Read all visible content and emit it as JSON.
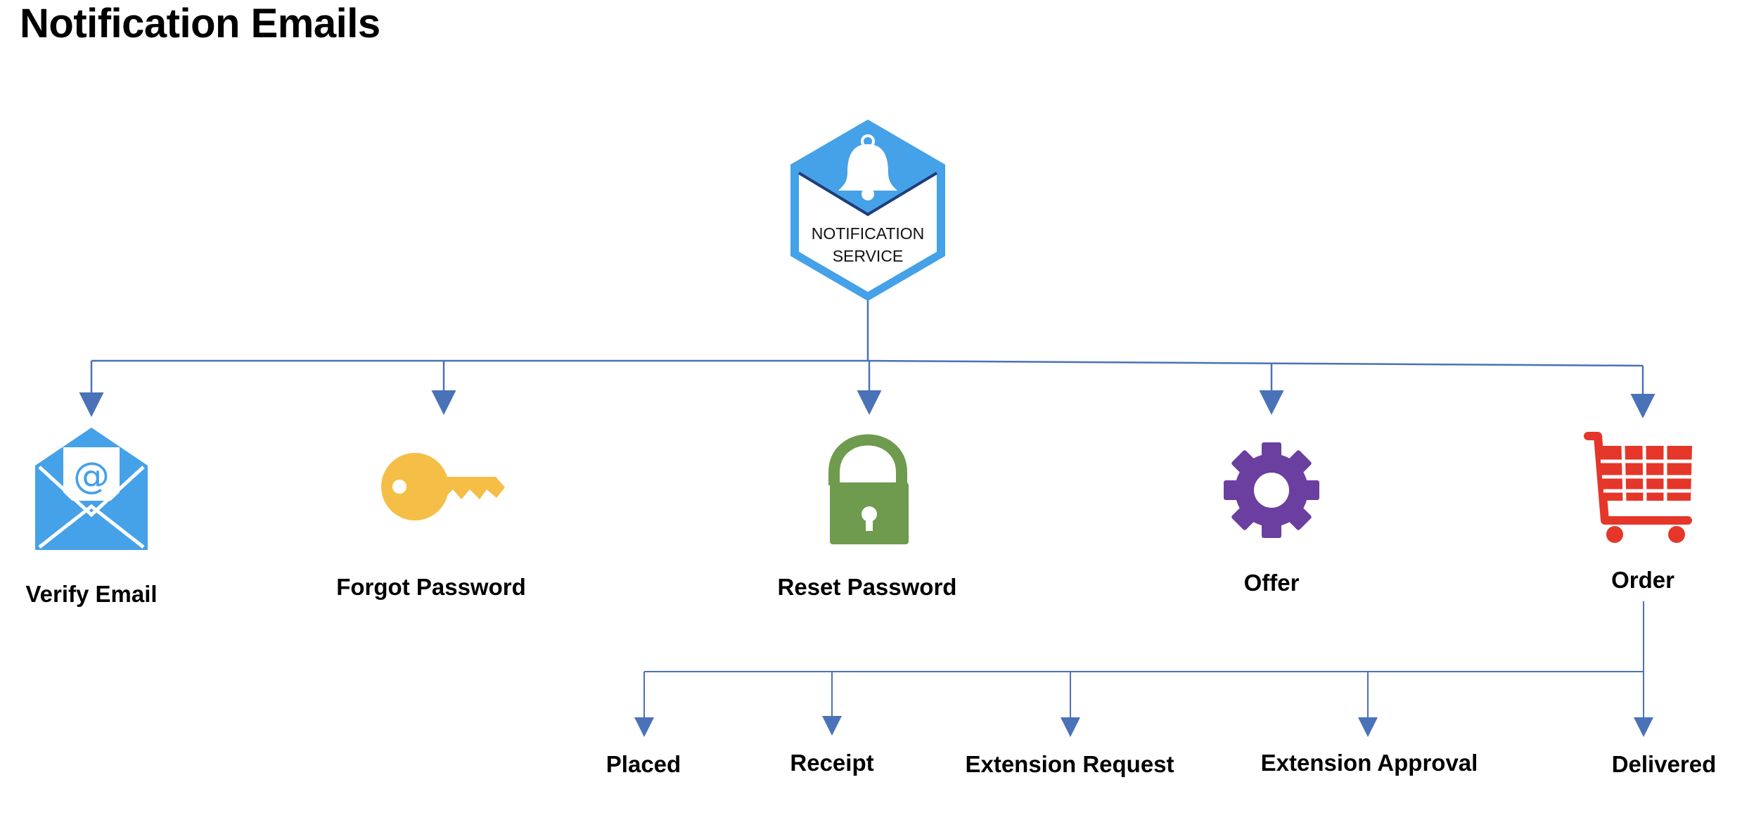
{
  "title": "Notification Emails",
  "hub": {
    "line1": "NOTIFICATION",
    "line2": "SERVICE",
    "icon": "bell-icon"
  },
  "email_types": [
    {
      "label": "Verify Email",
      "icon": "envelope-at-icon",
      "color": "#45A1E8"
    },
    {
      "label": "Forgot Password",
      "icon": "key-icon",
      "color": "#F5BE46"
    },
    {
      "label": "Reset Password",
      "icon": "padlock-icon",
      "color": "#6E9B4E"
    },
    {
      "label": "Offer",
      "icon": "gear-icon",
      "color": "#6A3FA0"
    },
    {
      "label": "Order",
      "icon": "shopping-cart-icon",
      "color": "#E5362A"
    }
  ],
  "order_subtypes": [
    "Placed",
    "Receipt",
    "Extension Request",
    "Extension Approval",
    "Delivered"
  ],
  "colors": {
    "connector": "#4A72B8",
    "hub_blue": "#45A1E8",
    "hub_dark": "#1F3D7A"
  }
}
